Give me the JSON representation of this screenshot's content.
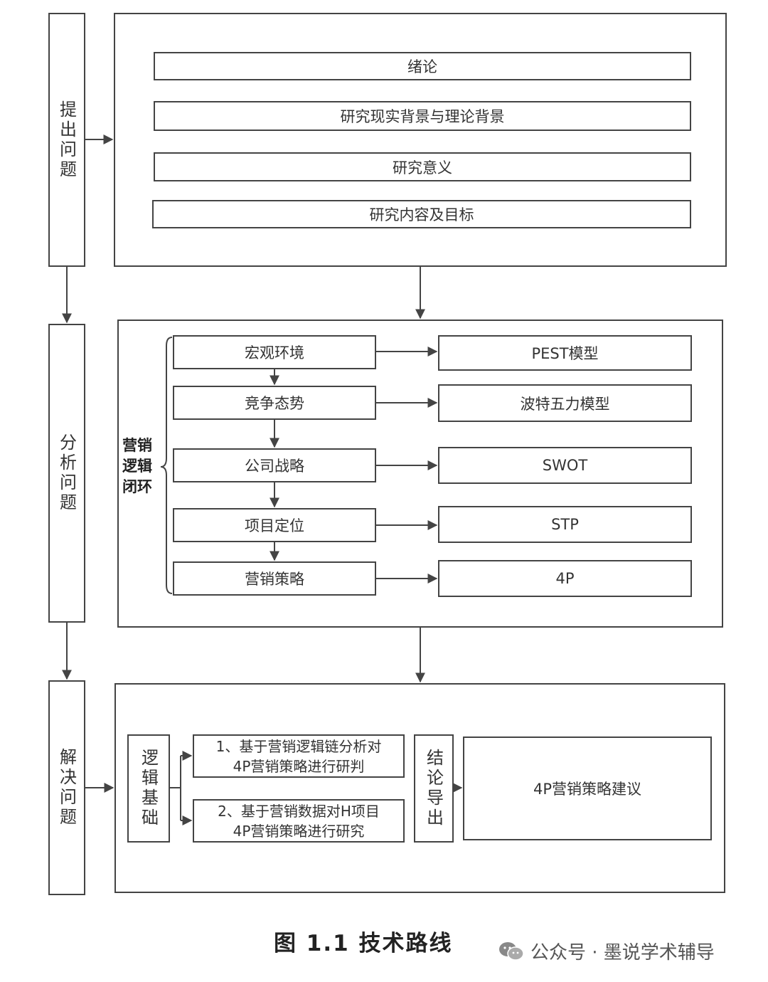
{
  "stages": [
    "提出问题",
    "分析问题",
    "解决问题"
  ],
  "stage1": {
    "items": [
      "绪论",
      "研究现实背景与理论背景",
      "研究意义",
      "研究内容及目标"
    ]
  },
  "stage2": {
    "group_label": "营销逻辑闭环",
    "steps": [
      "宏观环境",
      "竞争态势",
      "公司战略",
      "项目定位",
      "营销策略"
    ],
    "models": [
      "PEST模型",
      "波特五力模型",
      "SWOT",
      "STP",
      "4P"
    ]
  },
  "stage3": {
    "basis": "逻辑基础",
    "task1": [
      "1、基于营销逻辑链分析对",
      "4P营销策略进行研判"
    ],
    "task2": [
      "2、基于营销数据对H项目",
      "4P营销策略进行研究"
    ],
    "conclusion": "结论导出",
    "result": "4P营销策略建议"
  },
  "caption": "图 1.1 技术路线",
  "watermark": {
    "icon": "wechat-icon",
    "text": "公众号 · 墨说学术辅导"
  }
}
